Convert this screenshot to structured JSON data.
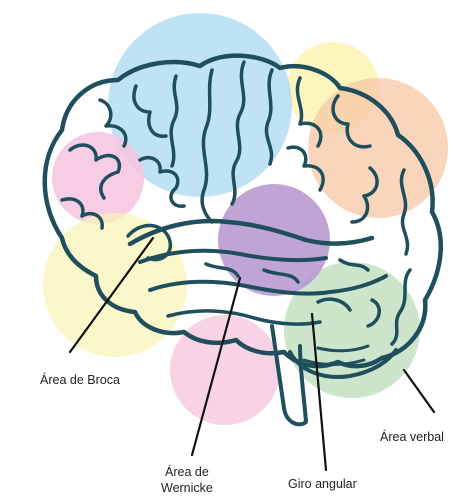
{
  "colors": {
    "outline": "#1f4e5c",
    "leader": "#111111",
    "blue": "#a9d9f2",
    "yellow": "#fbf3b3",
    "orange": "#f7c7a4",
    "pink": "#f5c4de",
    "purple": "#b89ad0",
    "green": "#bfdfbe"
  },
  "labels": {
    "broca": "Área de Broca",
    "wernicke_line1": "Área de",
    "wernicke_line2": "Wernicke",
    "giro_angular": "Giro angular",
    "area_verbal": "Área verbal"
  }
}
